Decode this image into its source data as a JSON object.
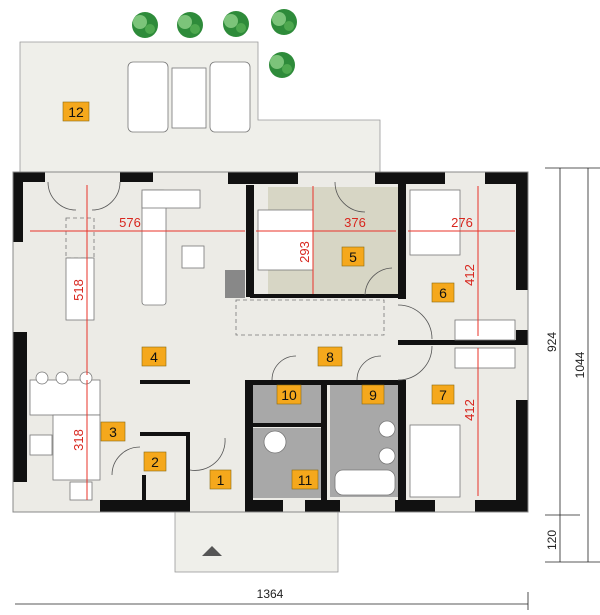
{
  "rooms": [
    {
      "number": "1"
    },
    {
      "number": "2"
    },
    {
      "number": "3"
    },
    {
      "number": "4"
    },
    {
      "number": "5"
    },
    {
      "number": "6"
    },
    {
      "number": "7"
    },
    {
      "number": "8"
    },
    {
      "number": "9"
    },
    {
      "number": "10"
    },
    {
      "number": "11"
    },
    {
      "number": "12"
    }
  ],
  "dimensions": {
    "living_width": "576",
    "dining_length": "518",
    "kitchen_length": "318",
    "bedroom5_width": "376",
    "bedroom5_depth": "293",
    "bedroom6_width": "276",
    "bedroom6_depth": "412",
    "bedroom7_depth": "412",
    "house_depth": "924",
    "porch_depth": "120",
    "total_depth": "1044",
    "total_width": "1364"
  },
  "colors": {
    "label_fill": "#f5a81c",
    "dimension_red": "#e8332a",
    "floor": "#ecebe6",
    "bedroom_floor": "#d7d6c5",
    "bathroom_floor": "#a8a8a8",
    "wall": "#111111",
    "tree": "#2e8b3a"
  }
}
